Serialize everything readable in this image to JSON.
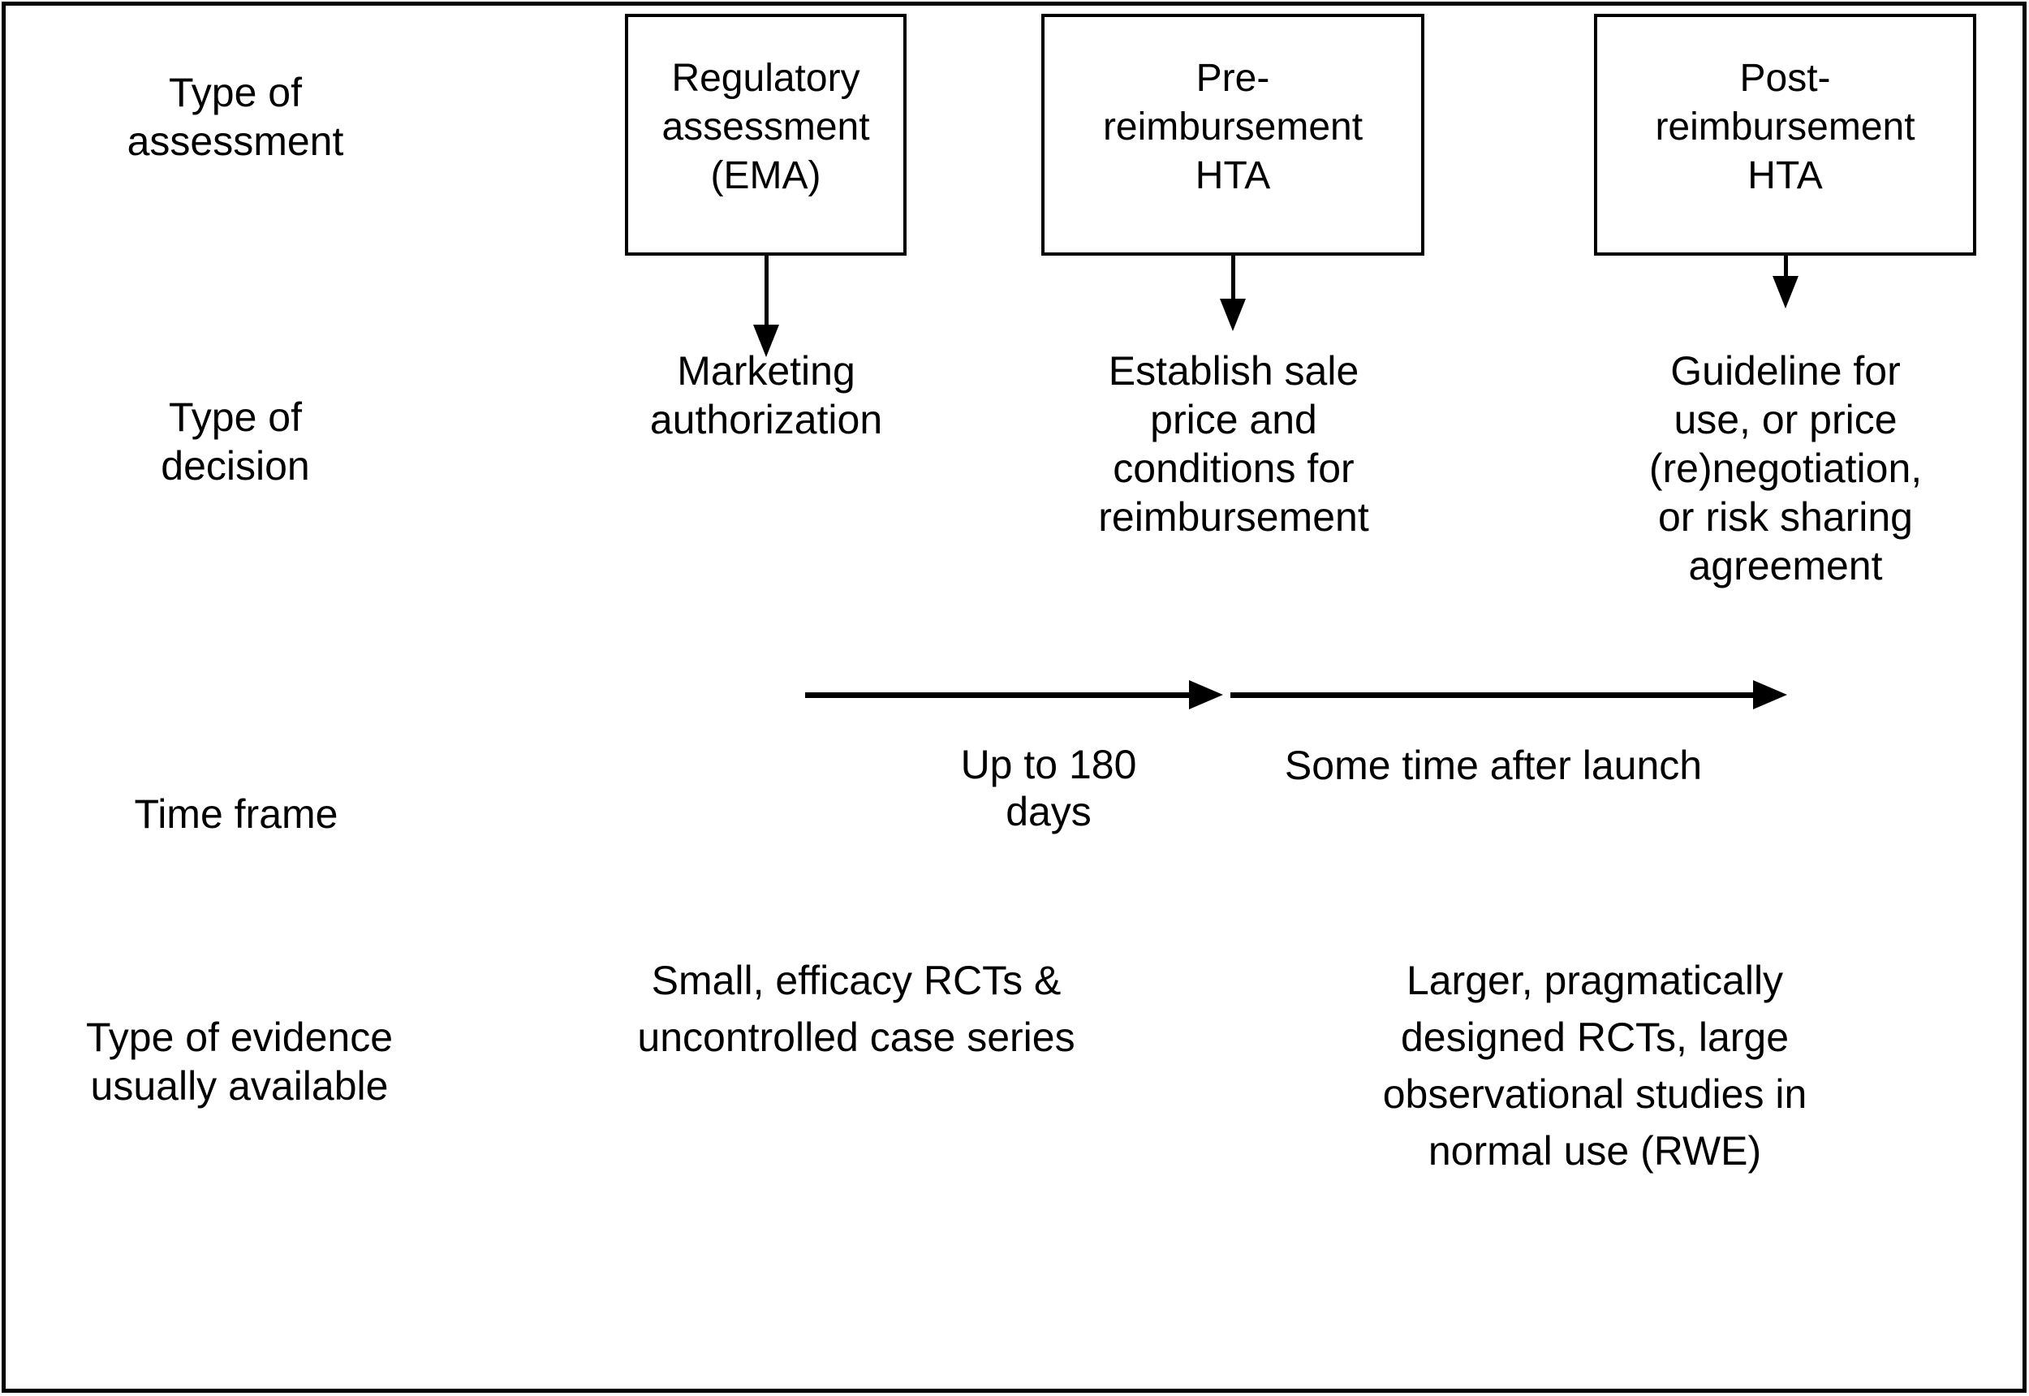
{
  "figure": {
    "row_labels": {
      "assessment": [
        "Type of",
        "assessment"
      ],
      "decision": [
        "Type of",
        "decision"
      ],
      "time_frame": "Time frame",
      "evidence": [
        "Type of evidence",
        "usually available"
      ]
    },
    "assessment_boxes": [
      {
        "lines": [
          "Regulatory",
          "assessment",
          "(EMA)"
        ]
      },
      {
        "lines": [
          "Pre-",
          "reimbursement",
          "HTA"
        ]
      },
      {
        "lines": [
          "Post-",
          "reimbursement",
          "HTA"
        ]
      }
    ],
    "decisions": [
      {
        "lines": [
          "Marketing",
          "authorization"
        ]
      },
      {
        "lines": [
          "Establish sale",
          "price and",
          "conditions for",
          "reimbursement"
        ]
      },
      {
        "lines": [
          "Guideline for",
          "use, or price",
          "(re)negotiation,",
          "or risk sharing",
          "agreement"
        ]
      }
    ],
    "timeline": {
      "segment1_label": [
        "Up to 180",
        "days"
      ],
      "segment2_label": "Some time after launch"
    },
    "evidence": [
      {
        "lines": [
          "Small, efficacy RCTs &",
          "uncontrolled case series"
        ]
      },
      {
        "lines": [
          "Larger, pragmatically",
          "designed RCTs, large",
          "observational studies in",
          "normal use (RWE)"
        ]
      }
    ],
    "colors": {
      "ink": "#000000",
      "background": "#ffffff"
    }
  }
}
